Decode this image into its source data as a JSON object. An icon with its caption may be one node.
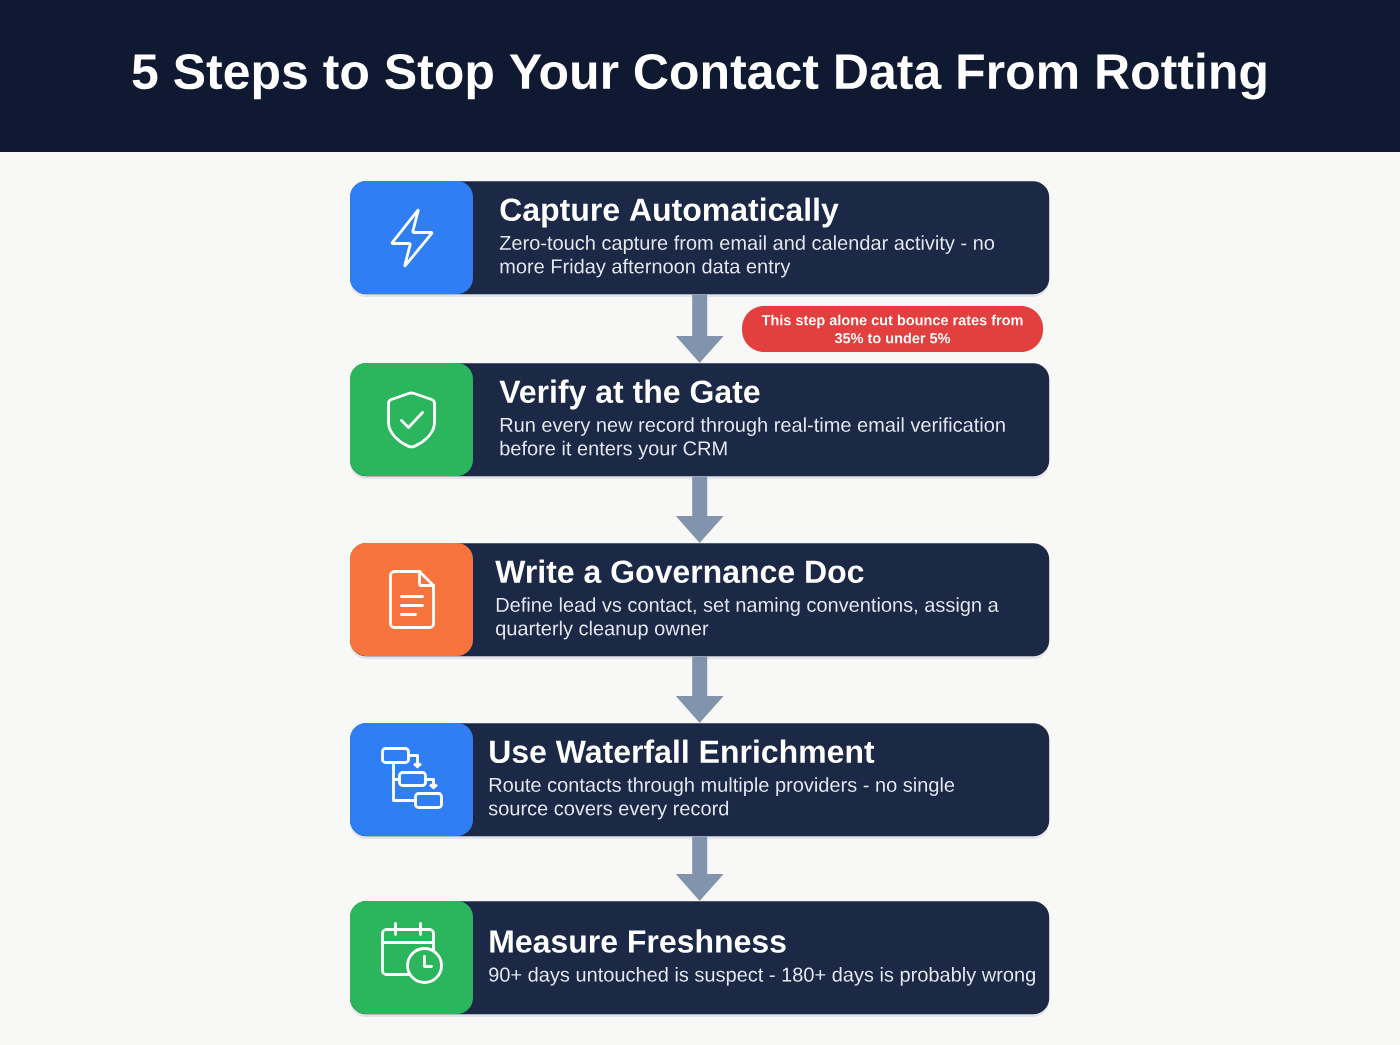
{
  "diagram": {
    "title": "5 Steps to Stop Your Contact Data From Rotting",
    "nodes": [
      {
        "text": [
          "Capture Automatically",
          "Zero-touch capture from email and calendar activity - no more Friday afternoon data entry"
        ]
      },
      {
        "text": [
          "Verify at the Gate",
          "Run every new record through real-time email verification before it enters your CRM"
        ]
      },
      {
        "text": [
          "Write a Governance Doc",
          "Define lead vs contact, set naming conventions, assign a quarterly cleanup owner"
        ]
      },
      {
        "text": [
          "Use Waterfall Enrichment",
          "Route contacts through multiple providers - no single source covers every record"
        ]
      },
      {
        "text": [
          "Measure Freshness",
          "90+ days untouched is suspect - 180+ days is probably wrong"
        ]
      },
      {
        "text": [
          "This step alone cut bounce rates from 35% to under 5%"
        ]
      }
    ],
    "edges": [
      {
        "from": 0,
        "to": 1,
        "arrow": "to"
      },
      {
        "from": 1,
        "to": 2,
        "arrow": "to"
      },
      {
        "from": 2,
        "to": 3,
        "arrow": "to"
      },
      {
        "from": 3,
        "to": 4,
        "arrow": "to"
      }
    ]
  }
}
